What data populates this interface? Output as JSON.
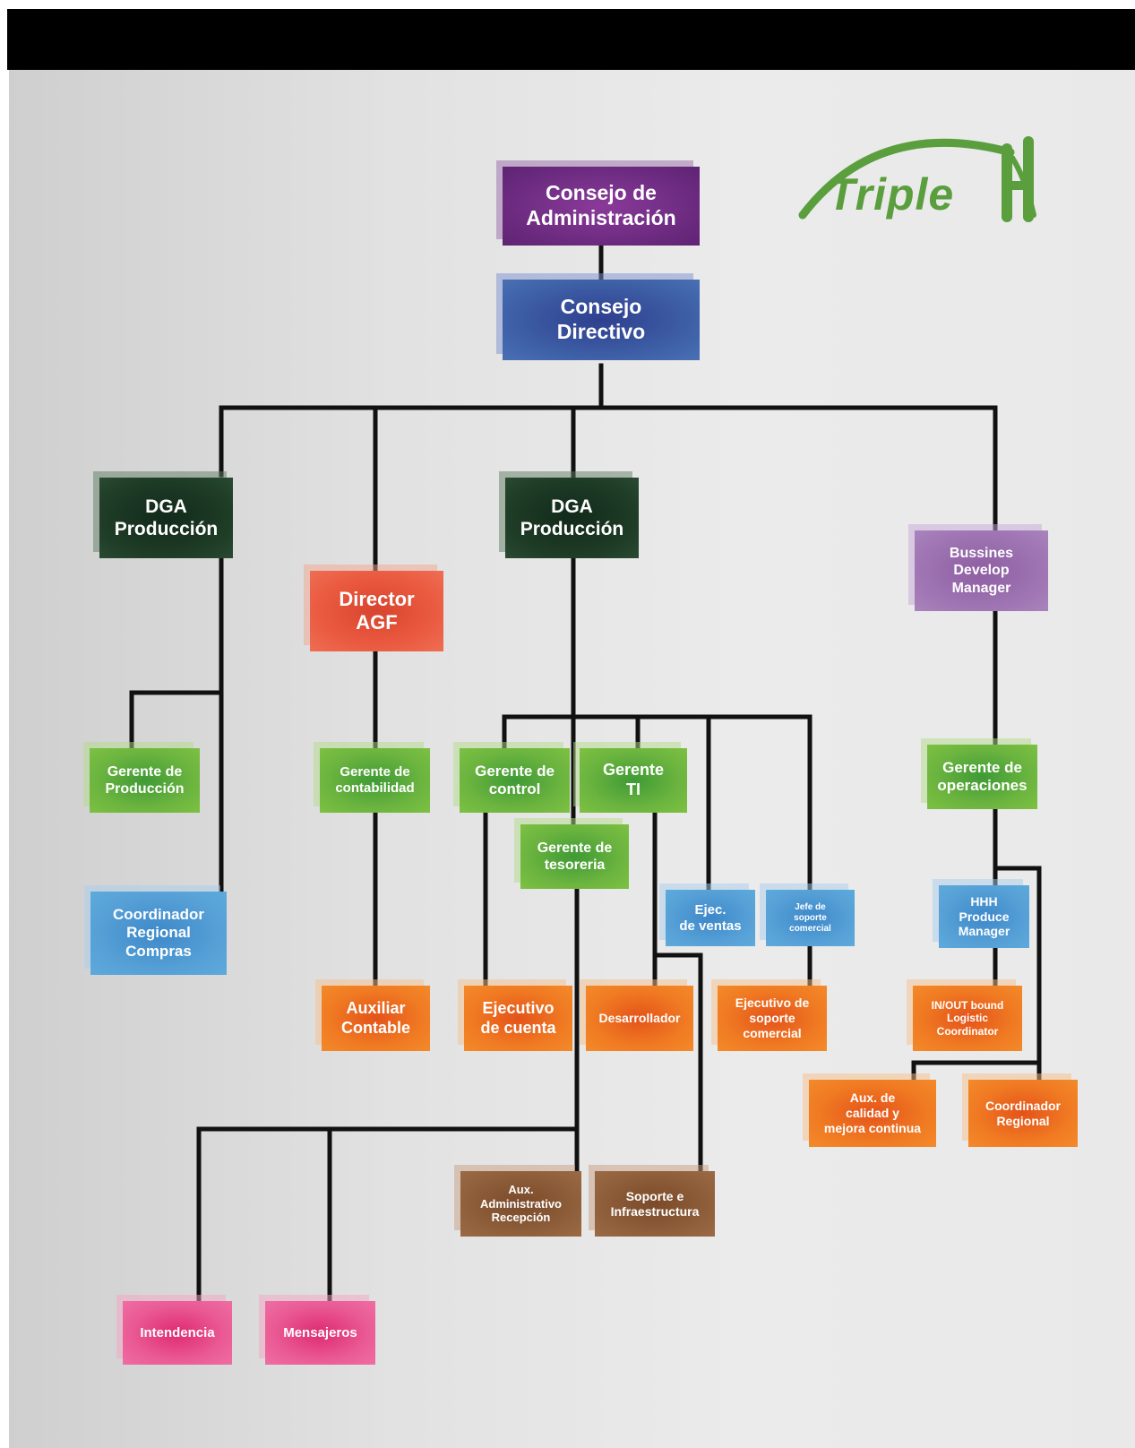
{
  "logo": {
    "text": "Triple",
    "color": "#5a9e3e"
  },
  "colors": {
    "purple": "#6a2a7e",
    "blue": "#3f62a8",
    "dark_green": "#1f3d27",
    "red": "#ea5a40",
    "lavender": "#a077b4",
    "light_green": "#6bb43f",
    "sky_blue": "#559fd6",
    "orange": "#f07a22",
    "brown": "#8e5e3a",
    "pink": "#ea5a94",
    "connector": "#111111"
  },
  "nodes": {
    "consejo_admin": "Consejo de\nAdministración",
    "consejo_directivo": "Consejo\nDirectivo",
    "dga_produccion_1": "DGA\nProducción",
    "director_agf": "Director\nAGF",
    "dga_produccion_2": "DGA\nProducción",
    "bussines_develop": "Bussines\nDevelop\nManager",
    "gerente_produccion": "Gerente de\nProducción",
    "gerente_contabilidad": "Gerente de\ncontabilidad",
    "gerente_control": "Gerente de\ncontrol",
    "gerente_ti": "Gerente\nTI",
    "gerente_operaciones": "Gerente de\noperaciones",
    "gerente_tesoreria": "Gerente de\ntesoreria",
    "coordinador_regional_compras": "Coordinador\nRegional\nCompras",
    "ejec_ventas": "Ejec.\nde ventas",
    "jefe_soporte": "Jefe de\nsoporte\ncomercial",
    "hhh_produce": "HHH\nProduce\nManager",
    "auxiliar_contable": "Auxiliar\nContable",
    "ejecutivo_cuenta": "Ejecutivo\nde cuenta",
    "desarrollador": "Desarrollador",
    "ejecutivo_soporte": "Ejecutivo de\nsoporte\ncomercial",
    "inout_coordinator": "IN/OUT bound\nLogistic\nCoordinator",
    "aux_calidad": "Aux. de\ncalidad  y\nmejora continua",
    "coordinador_regional": "Coordinador\nRegional",
    "aux_administrativo": "Aux.\nAdministrativo\nRecepción",
    "soporte_infra": "Soporte e\nInfraestructura",
    "intendencia": "Intendencia",
    "mensajeros": "Mensajeros"
  }
}
